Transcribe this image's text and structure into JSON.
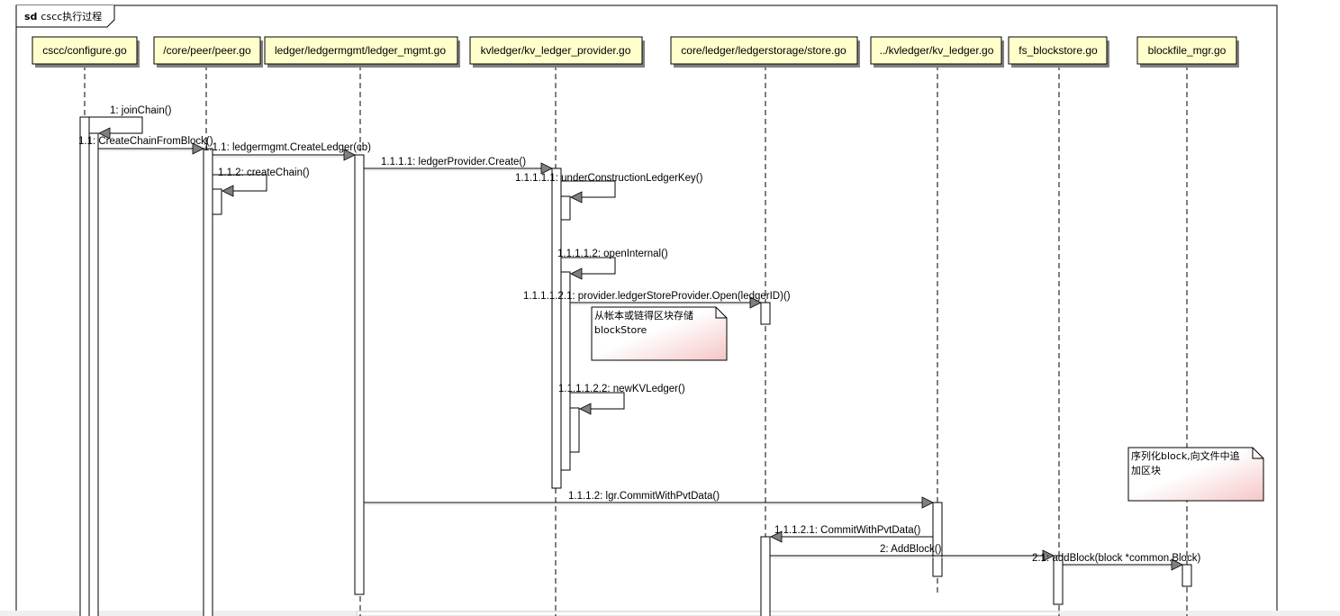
{
  "frame": {
    "keyword": "sd",
    "title": "cscc执行过程"
  },
  "colors": {
    "lifeline_fill": "#ffffcc",
    "note_fill_light": "#ffffff",
    "note_fill_dark": "#f5c6c6",
    "line": "#000000",
    "arrowhead": "#808080"
  },
  "lifelines": [
    {
      "id": "configure",
      "label": "cscc/configure.go"
    },
    {
      "id": "peer",
      "label": "/core/peer/peer.go"
    },
    {
      "id": "ledgermgmt",
      "label": "ledger/ledgermgmt/ledger_mgmt.go"
    },
    {
      "id": "kvprovider",
      "label": "kvledger/kv_ledger_provider.go"
    },
    {
      "id": "store",
      "label": "core/ledger/ledgerstorage/store.go"
    },
    {
      "id": "kvledger",
      "label": "../kvledger/kv_ledger.go"
    },
    {
      "id": "fsblockstore",
      "label": "fs_blockstore.go"
    },
    {
      "id": "blockfilemgr",
      "label": "blockfile_mgr.go"
    }
  ],
  "messages": [
    {
      "label": "1: joinChain()"
    },
    {
      "label": "1.1: CreateChainFromBlock()"
    },
    {
      "label": "1.1.1: ledgermgmt.CreateLedger(cb)"
    },
    {
      "label": "1.1.2: createChain()"
    },
    {
      "label": "1.1.1.1: ledgerProvider.Create()"
    },
    {
      "label": "1.1.1.1.1: underConstructionLedgerKey()"
    },
    {
      "label": "1.1.1.1.2: openInternal()"
    },
    {
      "label": "1.1.1.1.2.1: provider.ledgerStoreProvider.Open(ledgerID)()"
    },
    {
      "label": "1.1.1.1.2.2: newKVLedger()"
    },
    {
      "label": "1.1.1.2: lgr.CommitWithPvtData()"
    },
    {
      "label": "1.1.1.2.1: CommitWithPvtData()"
    },
    {
      "label": "2: AddBlock()"
    },
    {
      "label": "2.1: addBlock(block *common.Block)"
    }
  ],
  "notes": [
    {
      "lines": [
        "从帐本或链得区块存储",
        "blockStore"
      ]
    },
    {
      "lines": [
        "序列化block,向文件中追",
        "加区块"
      ]
    }
  ]
}
